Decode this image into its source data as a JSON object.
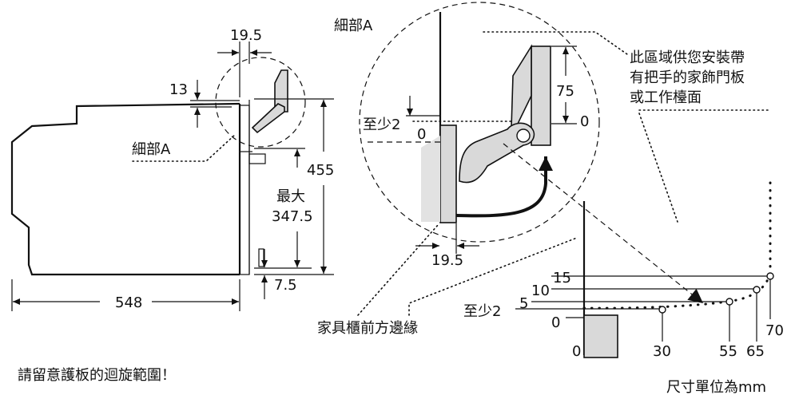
{
  "side_view": {
    "dim_gap_top": "19.5",
    "dim_offset": "13",
    "detail_label": "細部A",
    "dim_height": "455",
    "dim_max_label": "最大",
    "dim_max_value": "347.5",
    "dim_bottom": "7.5",
    "dim_depth": "548"
  },
  "detail_view": {
    "title": "細部A",
    "dim_panel_75": "75",
    "dim_panel_0": "0",
    "dim_min_label": "至少2",
    "dim_min_0": "0",
    "dim_bottom_gap": "19.5"
  },
  "note_top_right": {
    "line1": "此區域供您安裝帶",
    "line2": "有把手的家飾門板",
    "line3": "或工作檯面"
  },
  "cabinet_front_label": "家具櫃前方邊緣",
  "swing_chart": {
    "v_labels": [
      "15",
      "10",
      "5",
      "至少2",
      "0"
    ],
    "h_labels": [
      "0",
      "30",
      "55",
      "65",
      "70"
    ]
  },
  "footer": {
    "warning": "請留意護板的迴旋範圍！",
    "units": "尺寸單位為mm"
  },
  "chart_data": {
    "type": "scatter",
    "title": "door swing clearance",
    "xlabel": "mm",
    "ylabel": "mm",
    "x": [
      30,
      55,
      65,
      70
    ],
    "y": [
      2,
      5,
      10,
      15
    ]
  }
}
